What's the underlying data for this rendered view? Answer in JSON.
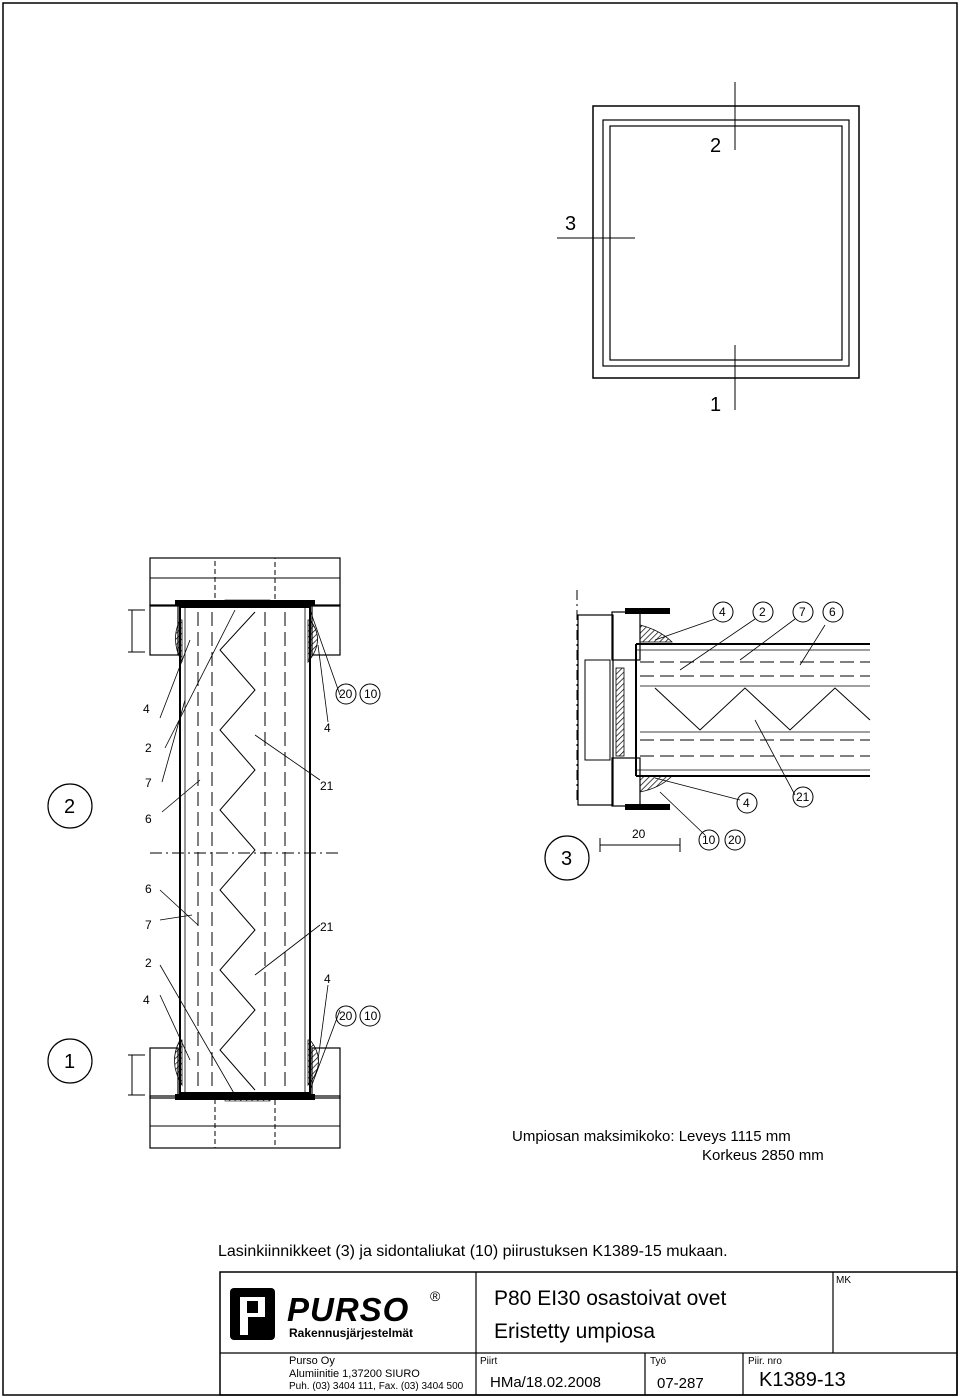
{
  "elevation": {
    "labels": [
      "2",
      "3",
      "1"
    ]
  },
  "section2": {
    "marker": "2",
    "labels": [
      "4",
      "2",
      "7",
      "6",
      "4",
      "20",
      "10",
      "21"
    ]
  },
  "section1": {
    "marker": "1",
    "labels": [
      "6",
      "7",
      "2",
      "4",
      "21",
      "4",
      "20",
      "10"
    ]
  },
  "section3": {
    "marker": "3",
    "labels": [
      "4",
      "2",
      "7",
      "6",
      "4",
      "21",
      "20",
      "10",
      "20"
    ]
  },
  "notes": {
    "max_size": "Umpiosan maksimikoko: Leveys 1115 mm",
    "height": "Korkeus 2850 mm",
    "fixings": "Lasinkiinnikkeet (3) ja sidontaliukat (10) piirustuksen K1389-15 mukaan."
  },
  "title_block": {
    "brand": "PURSO",
    "registered": "®",
    "subtitle": "Rakennusjärjestelmät",
    "company": "Purso Oy",
    "address": "Alumiinitie 1,37200 SIURO",
    "phone": "Puh. (03) 3404 111, Fax. (03) 3404 500",
    "title_line1": "P80 EI30 osastoivat ovet",
    "title_line2": "Eristetty umpiosa",
    "mk_label": "MK",
    "piirt_label": "Piirt",
    "piirt_value": "HMa/18.02.2008",
    "tyo_label": "Työ",
    "tyo_value": "07-287",
    "piir_nro_label": "Piir. nro",
    "piir_nro_value": "K1389-13"
  }
}
